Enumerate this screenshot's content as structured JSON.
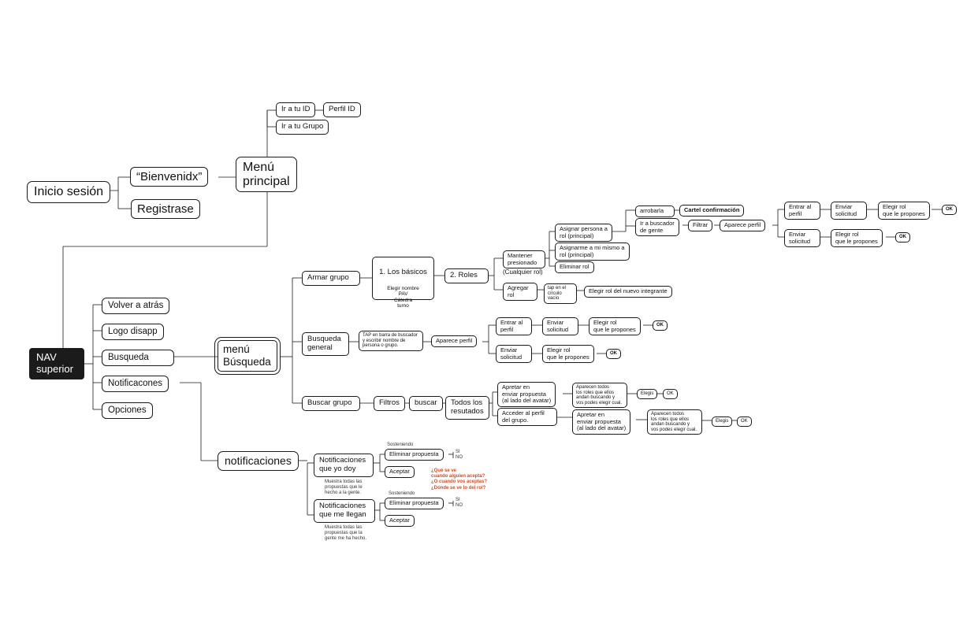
{
  "nodes": {
    "inicio_sesion": "Inicio sesión",
    "bienvenidx": "“Bienvenidx”",
    "registrase": "Registrase",
    "menu_principal": "Menú\nprincipal",
    "ir_a_tu_id": "Ir a tu ID",
    "perfil_id": "Perfil ID",
    "ir_a_tu_grupo": "Ir a tu Grupo",
    "nav_superior": "NAV\nsuperior",
    "volver_atras": "Volver a atrás",
    "logo_disapp": "Logo disapp",
    "busqueda": "Busqueda",
    "notificaciones_nav": "Notificacones",
    "opciones": "Opciones",
    "menu_busqueda": "menú\nBúsqueda",
    "armar_grupo": "Armar grupo",
    "busqueda_general": "Busqueda\ngeneral",
    "buscar_grupo": "Buscar grupo",
    "los_basicos": "1. Los básicos",
    "los_basicos_detail": "Elegir nombre\nPAV\nCátedra\nturno",
    "roles": "2. Roles",
    "mantener_presionado": "Mantener\npresionado",
    "cualquier_rol": "(Cualquier rol)",
    "agregar_rol": "Agregar\nrol",
    "asignar_persona": "Asignar persona a\nrol (principal)",
    "asignarme": "Asignarme a mi mismo a\nrol (principal)",
    "eliminar_rol": "Eliminar rol",
    "arrobarla": "arrobarla",
    "cartel_confirmacion": "Cartel confirmación",
    "ir_buscador": "Ir a buscador\nde gente",
    "filtrar": "Filtrar",
    "aparece_perfil_1": "Aparece perfil",
    "entrar_perfil_1": "Entrar al\nperfil",
    "enviar_solicitud_1": "Enviar\nsolicitud",
    "elegir_rol_1": "Elegir rol\nque le propones",
    "ok_1": "OK",
    "enviar_solicitud_2": "Enviar\nsolicitud",
    "elegir_rol_2": "Elegir rol\nque le propones",
    "ok_2": "OK",
    "tap_circulo": "tap en el\ncírculo\nvacío",
    "elegir_rol_nuevo": "Elegir rol del nuevo integrante",
    "tap_barra": "TAP en barra de buscador\ny escribir nombre de\npersona o grupo.",
    "aparece_perfil_2": "Aparece perfil",
    "entrar_perfil_2": "Entrar al\nperfil",
    "enviar_solicitud_3": "Enviar\nsolicitud",
    "elegir_rol_3": "Elegir rol\nque le propones",
    "ok_3": "OK",
    "enviar_solicitud_4": "Enviar\nsolicitud",
    "elegir_rol_4": "Elegir rol\nque le propones",
    "ok_4": "OK",
    "filtros": "Filtros",
    "buscar": "buscar",
    "todos_resultados": "Todos los\nresutados",
    "apretar_propuesta_1": "Apretar en\nenviar propuesta\n(al lado del avatar)",
    "aparecen_roles_1": "Aparecen todos\nlos roles que ellos\nandan buscando y\nvos podes elegir cual.",
    "elegis_1": "Elegis",
    "ok_5": "OK",
    "acceder_perfil": "Acceder al perfil\ndel grupo.",
    "apretar_propuesta_2": "Apretar en\nenviar propuesta\n(al lado del avatar)",
    "aparecen_roles_2": "Aparecen todos\nlos roles que ellos\nandan buscando y\nvos podes elegir cual.",
    "elegis_2": "Elegis",
    "ok_6": "OK",
    "notificaciones": "notificaciones",
    "notif_yo_doy": "Notificaciones\nque yo doy",
    "notif_me_llegan": "Notificaciones\nque me llegan",
    "eliminar_propuesta_1": "Eliminar propuesta",
    "aceptar_1": "Aceptar",
    "eliminar_propuesta_2": "Eliminar propuesta",
    "aceptar_2": "Aceptar"
  },
  "notes": {
    "sosteniendo_1": "Sosteniendo",
    "sosteniendo_2": "Sosteniendo",
    "si_no_1": "SI\nNO",
    "si_no_2": "SI\nNO",
    "muestra_yo_doy": "Muestra todas las\npropuestas que le\nhecho a la gente.",
    "muestra_me_llegan": "Muestra todas las\npropuestas que la\ngente me ha hecho.",
    "preguntas": "¿Qué se ve\ncuando alguien acepta?\n¿O cuando vos aceptas?\n¿Dónde se ve lo del rol?"
  },
  "colors": {
    "line": "#1a1a1a",
    "question": "#d64a1e",
    "nav_bg": "#1b1b1b"
  }
}
